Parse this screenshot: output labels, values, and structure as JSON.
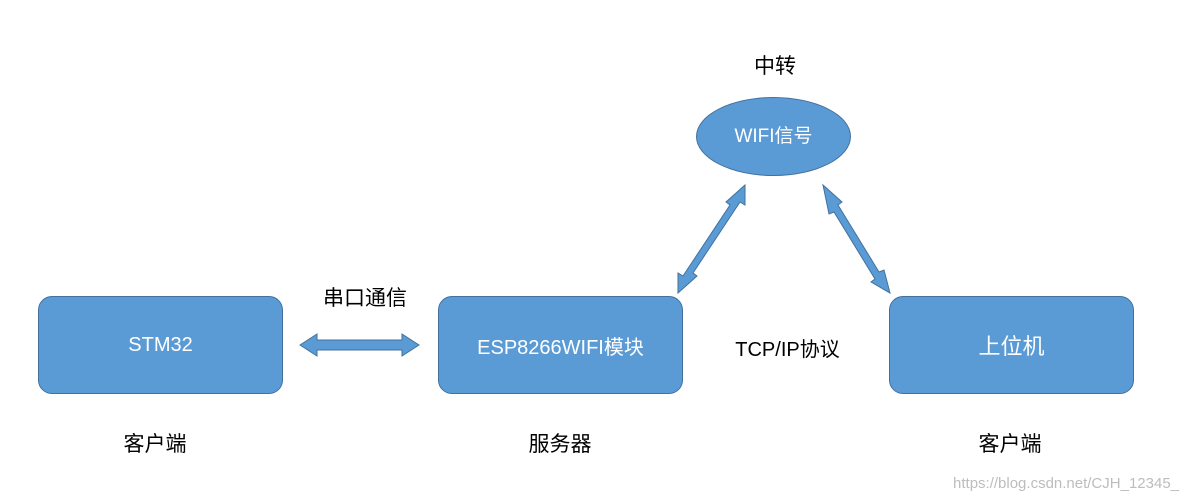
{
  "nodes": {
    "stm32": "STM32",
    "esp": "ESP8266WIFI模块",
    "host": "上位机",
    "wifi": "WIFI信号"
  },
  "labels": {
    "relay": "中转",
    "serial": "串口通信",
    "tcp": "TCP/IP协议",
    "client_left": "客户端",
    "server": "服务器",
    "client_right": "客户端"
  },
  "watermark": "https://blog.csdn.net/CJH_12345_",
  "colors": {
    "node_fill": "#5b9bd5",
    "node_border": "#41719c",
    "arrow": "#5b9bd5"
  }
}
